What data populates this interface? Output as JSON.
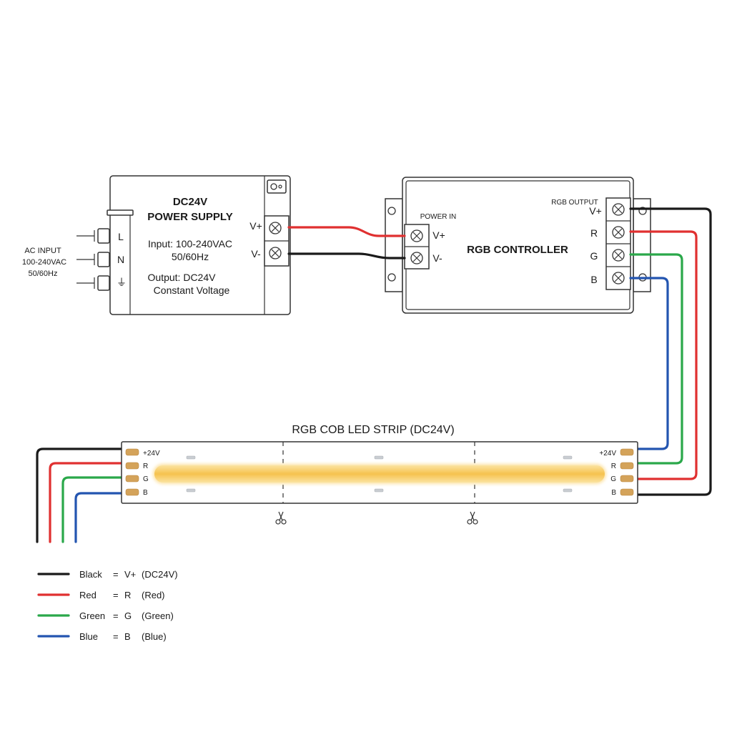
{
  "power_supply": {
    "title_line1": "DC24V",
    "title_line2": "POWER SUPPLY",
    "input_line1": "Input: 100-240VAC",
    "input_line2": "50/60Hz",
    "output_line1": "Output: DC24V",
    "output_line2": "Constant Voltage",
    "terminal_labels": [
      "L",
      "N"
    ],
    "ground_symbol": "⏚",
    "output_labels": [
      "V+",
      "V-"
    ]
  },
  "ac_input": {
    "line1": "AC INPUT",
    "line2": "100-240VAC",
    "line3": "50/60Hz"
  },
  "controller": {
    "title": "RGB CONTROLLER",
    "power_in_label": "POWER IN",
    "power_in_terminals": [
      "V+",
      "V-"
    ],
    "output_label": "RGB OUTPUT",
    "output_terminals": [
      "V+",
      "R",
      "G",
      "B"
    ]
  },
  "strip": {
    "title": "RGB COB LED STRIP (DC24V)",
    "pad_labels": [
      "+24V",
      "R",
      "G",
      "B"
    ],
    "cut_icon": "scissors-icon"
  },
  "colors": {
    "black": "#1a1a1a",
    "red": "#e03030",
    "green": "#2aa84a",
    "blue": "#2355b0",
    "cob": "#f8c85a"
  },
  "legend": [
    {
      "color_name": "Black",
      "equals": "=",
      "code": "V+",
      "desc": "(DC24V)"
    },
    {
      "color_name": "Red",
      "equals": "=",
      "code": "R",
      "desc": "(Red)"
    },
    {
      "color_name": "Green",
      "equals": "=",
      "code": "G",
      "desc": "(Green)"
    },
    {
      "color_name": "Blue",
      "equals": "=",
      "code": "B",
      "desc": "(Blue)"
    }
  ]
}
